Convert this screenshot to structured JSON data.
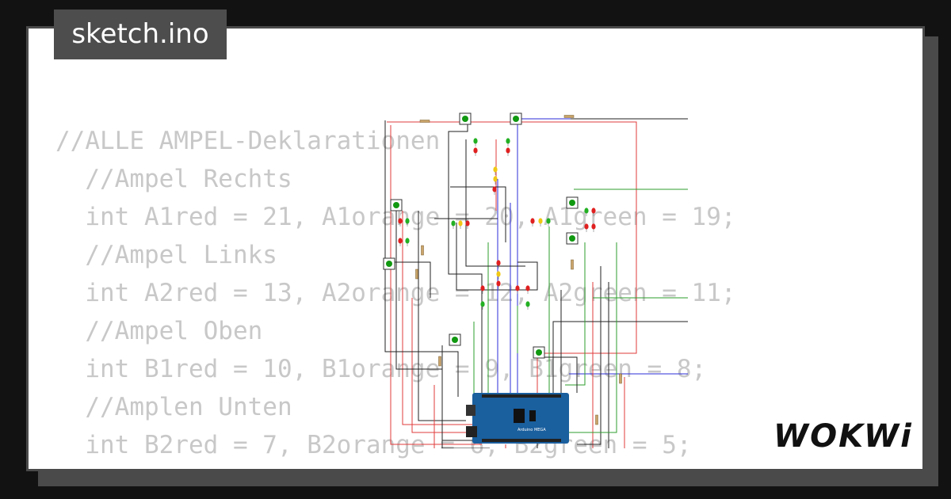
{
  "tab": {
    "title": "sketch.ino"
  },
  "code_lines": [
    "//ALLE AMPEL-Deklarationen",
    "  //Ampel Rechts",
    "  int A1red = 21, A1orange = 20, A1green = 19;",
    "  //Ampel Links",
    "  int A2red = 13, A2orange = 12, A2green = 11;",
    "  //Ampel Oben",
    "  int B1red = 10, B1orange = 9, B1green = 8;",
    "  //Amplen Unten",
    "  int B2red = 7, B2orange = 6, B2green = 5;"
  ],
  "board": {
    "label": "Arduino MEGA"
  },
  "brand": {
    "logo": "WOKWi"
  },
  "colors": {
    "background": "#121212",
    "card": "#ffffff",
    "tab": "#4d4d4d",
    "code": "#c8c8c8",
    "board": "#1a5f9e",
    "wire_red": "#e23b3b",
    "wire_blue": "#2b2bd8",
    "wire_green": "#2e9e2e",
    "wire_black": "#222222",
    "led_red": "#e02020",
    "led_yellow": "#f0c814",
    "led_green": "#22b022",
    "button": "#119911"
  }
}
